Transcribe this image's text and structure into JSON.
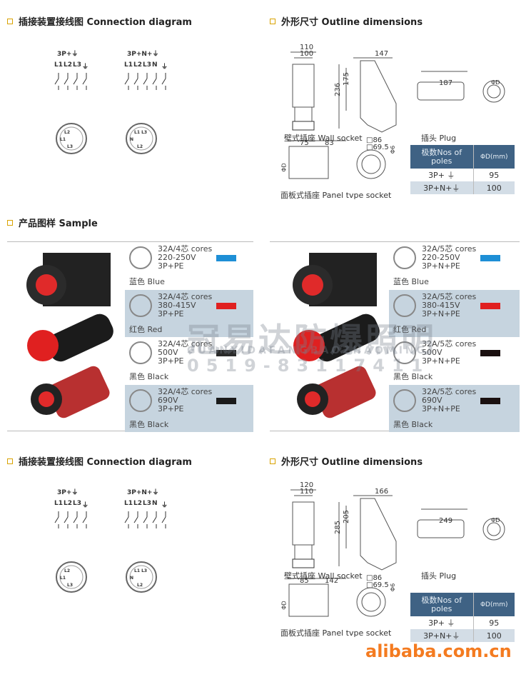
{
  "top": {
    "connection_title": "插接装置接线图 Connection diagram",
    "outline_title": "外形尺寸 Outline dimensions",
    "wiring": [
      {
        "label": "3P+⏚",
        "terms": [
          "L1",
          "L2",
          "L3",
          "⏚"
        ],
        "pins": [
          "L2",
          "L1",
          "L3"
        ]
      },
      {
        "label": "3P+N+⏚",
        "terms": [
          "L1",
          "L2",
          "L3",
          "N",
          "⏚"
        ],
        "pins": [
          "L1 L3",
          "N",
          "L2"
        ]
      }
    ],
    "dims": {
      "w_outer": "110",
      "w_inner": "100",
      "depth": "147",
      "h_outer": "236",
      "h_inner": "175",
      "plug_len": "187",
      "phi": "ΦD",
      "panel_a": "75",
      "panel_b": "83",
      "sq_outer": "□86",
      "sq_inner": "□69.5",
      "phi6": "Φ6",
      "phi0": "ΦD"
    },
    "wall_caption": "壁式插座 Wall socket",
    "plug_caption": "插头 Plug",
    "panel_caption": "面板式插座 Panel tvpe socket",
    "table": {
      "h1": "极数Nos of poles",
      "h2": "ΦD(mm)",
      "rows": [
        [
          "3P+ ⏚",
          "95"
        ],
        [
          "3P+N+⏚",
          "100"
        ]
      ]
    }
  },
  "sample": {
    "title": "产品图样 Sample",
    "left": [
      {
        "l1": "32A/4芯 cores",
        "l2": "220-250V",
        "l3": "3P+PE",
        "color": "蓝色 Blue",
        "swatch": "#1e8fd6"
      },
      {
        "l1": "32A/4芯 cores",
        "l2": "380-415V",
        "l3": "3P+PE",
        "color": "红色 Red",
        "swatch": "#e02020"
      },
      {
        "l1": "32A/4芯 cores",
        "l2": "500V",
        "l3": "3P+PE",
        "color": "黑色 Black",
        "swatch": "#2a2a2a"
      },
      {
        "l1": "32A/4芯 cores",
        "l2": "690V",
        "l3": "3P+PE",
        "color": "黑色 Black",
        "swatch": "#1a1a1a"
      }
    ],
    "right": [
      {
        "l1": "32A/5芯 cores",
        "l2": "220-250V",
        "l3": "3P+N+PE",
        "color": "蓝色 Blue",
        "swatch": "#1e8fd6"
      },
      {
        "l1": "32A/5芯 cores",
        "l2": "380-415V",
        "l3": "3P+N+PE",
        "color": "红色 Red",
        "swatch": "#e02020"
      },
      {
        "l1": "32A/5芯 cores",
        "l2": "500V",
        "l3": "3P+N+PE",
        "color": "黑色 Black",
        "swatch": "#1a1010"
      },
      {
        "l1": "32A/5芯 cores",
        "l2": "690V",
        "l3": "3P+N+PE",
        "color": "黑色 Black",
        "swatch": "#1a1010"
      }
    ],
    "watermark": {
      "cn": "冠易达防爆照明",
      "en": "GUANYIDAFANGBAOZHAOMING",
      "phone": "0519-83117411"
    }
  },
  "bottom": {
    "connection_title": "插接装置接线图 Connection diagram",
    "outline_title": "外形尺寸 Outline dimensions",
    "dims": {
      "w_outer": "120",
      "w_inner": "110",
      "depth": "166",
      "h_outer": "285",
      "h_inner": "205",
      "plug_len": "249",
      "phi": "ΦD",
      "panel_a": "85",
      "panel_b": "142",
      "sq_outer": "□86",
      "sq_inner": "□69.5",
      "phi6": "Φ6",
      "phi0": "ΦD"
    },
    "wall_caption": "壁式插座 Wall socket",
    "plug_caption": "插头 Plug",
    "panel_caption": "面板式插座 Panel tvpe socket",
    "table": {
      "h1": "极数Nos of poles",
      "h2": "ΦD(mm)",
      "rows": [
        [
          "3P+ ⏚",
          "95"
        ],
        [
          "3P+N+⏚",
          "100"
        ]
      ]
    }
  },
  "footer": {
    "brand": "alibaba.com.cn"
  }
}
